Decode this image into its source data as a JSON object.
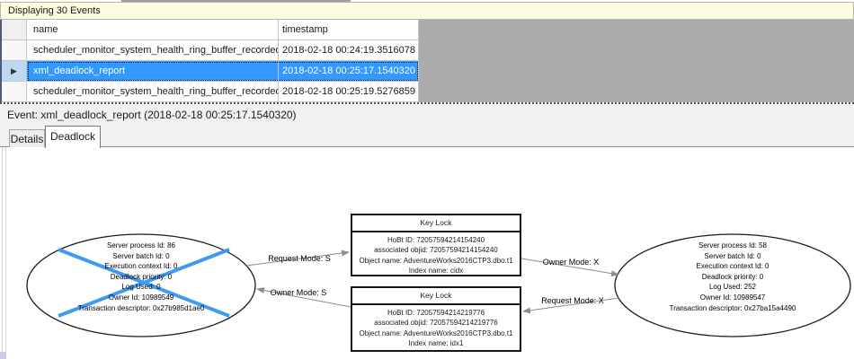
{
  "info_bar": {
    "text": "Displaying 30 Events"
  },
  "grid": {
    "columns": {
      "name": "name",
      "timestamp": "timestamp"
    },
    "rows": [
      {
        "name": "scheduler_monitor_system_health_ring_buffer_recorded",
        "timestamp": "2018-02-18 00:24:19.3516078"
      },
      {
        "name": "xml_deadlock_report",
        "timestamp": "2018-02-18 00:25:17.1540320"
      },
      {
        "name": "scheduler_monitor_system_health_ring_buffer_recorded",
        "timestamp": "2018-02-18 00:25:19.5276859"
      }
    ],
    "selected_row_index": 1,
    "selected_row_marker": "▶"
  },
  "event_bar": {
    "text": "Event: xml_deadlock_report (2018-02-18 00:25:17.1540320)"
  },
  "tabs": [
    {
      "label": "Details",
      "active": false
    },
    {
      "label": "Deadlock",
      "active": true
    }
  ],
  "deadlock_graph": {
    "victim_process": {
      "role": "deadlock-victim",
      "lines": [
        "Server process Id: 86",
        "Server batch Id: 0",
        "Execution context Id: 0",
        "Deadlock priority: 0",
        "Log Used: 0",
        "Owner Id: 10989549",
        "Transaction descriptor: 0x27b985d1ae0"
      ]
    },
    "survivor_process": {
      "lines": [
        "Server process Id: 58",
        "Server batch Id: 0",
        "Execution context Id: 0",
        "Deadlock priority: 0",
        "Log Used: 252",
        "Owner Id: 10989547",
        "Transaction descriptor: 0x27ba15a4490"
      ]
    },
    "lock_top": {
      "title": "Key Lock",
      "lines": [
        "HoBt ID: 72057594214154240",
        "associated objid: 72057594214154240",
        "Object name: AdventureWorks2016CTP3.dbo.t1",
        "Index name: cidx"
      ]
    },
    "lock_bottom": {
      "title": "Key Lock",
      "lines": [
        "HoBt ID: 72057594214219776",
        "associated objid: 72057594214219776",
        "Object name: AdventureWorks2016CTP3.dbo.t1",
        "Index name: idx1"
      ]
    },
    "edges": [
      {
        "label": "Request Mode: S"
      },
      {
        "label": "Owner Mode: S"
      },
      {
        "label": "Owner Mode: X"
      },
      {
        "label": "Request Mode: X"
      }
    ]
  },
  "colors": {
    "selection_blue": "#3399ff",
    "victim_cross_blue": "#3d9af5",
    "info_bar_yellow": "#fcfce2",
    "grid_filler_gray": "#ababab",
    "arrow_gray": "#8c8c8c"
  }
}
